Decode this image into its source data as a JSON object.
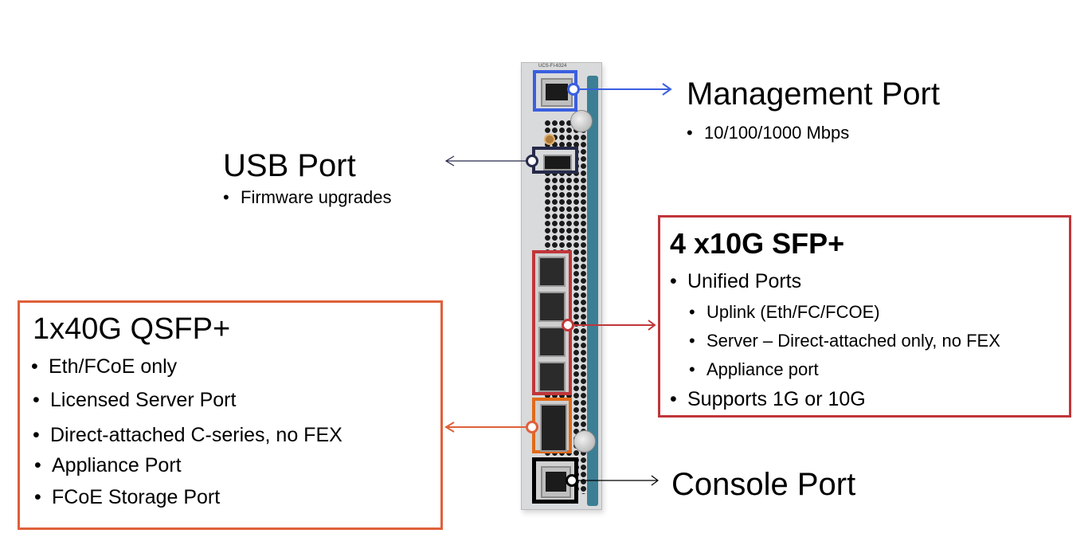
{
  "colors": {
    "management": "#3a5fe0",
    "usb": "#262a4a",
    "sfp": "#c0363a",
    "qsfp": "#e0603a",
    "console": "#000000",
    "device_rail": "#3c7f94"
  },
  "device": {
    "model_label": "UCS-FI-6324"
  },
  "management": {
    "title": "Management Port",
    "bullets": [
      "10/100/1000 Mbps"
    ]
  },
  "usb": {
    "title": "USB Port",
    "bullets": [
      "Firmware upgrades"
    ]
  },
  "sfp": {
    "title": "4 x10G SFP+",
    "items": [
      {
        "text": "Unified Ports",
        "level": 1
      },
      {
        "text": "Uplink (Eth/FC/FCOE)",
        "level": 2
      },
      {
        "text": "Server – Direct-attached only, no FEX",
        "level": 2
      },
      {
        "text": "Appliance port",
        "level": 2
      },
      {
        "text": "Supports 1G or 10G",
        "level": 1
      }
    ]
  },
  "qsfp": {
    "title": "1x40G QSFP+",
    "bullets": [
      "Eth/FCoE only",
      "Licensed Server Port",
      "Direct-attached C-series, no FEX",
      "Appliance Port",
      "FCoE Storage Port"
    ]
  },
  "console": {
    "title": "Console Port"
  }
}
